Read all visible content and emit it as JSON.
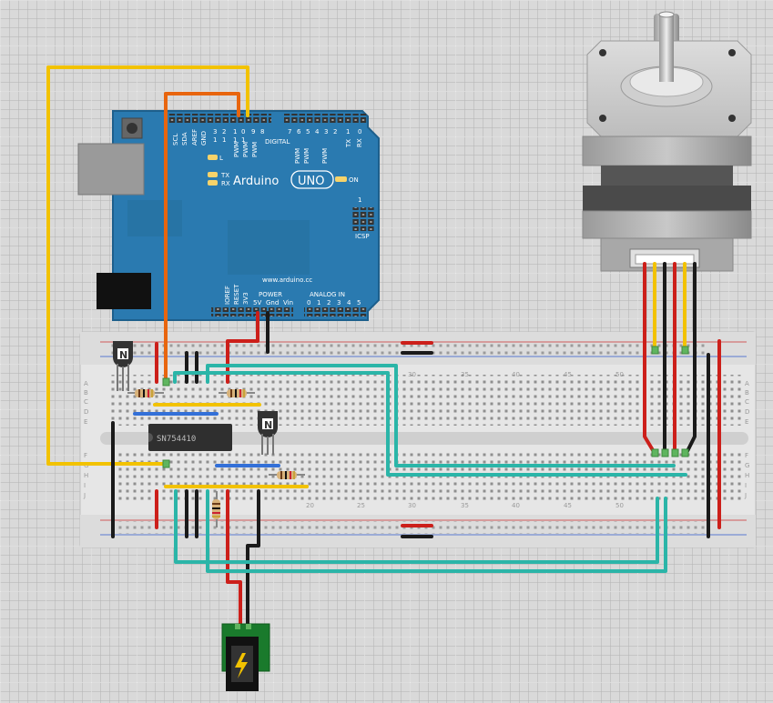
{
  "arduino": {
    "brand": "Arduino",
    "model": "UNO",
    "url": "www.arduino.cc",
    "on_label": "ON",
    "icsp_label": "ICSP",
    "led_l": "L",
    "led_tx": "TX",
    "led_rx": "RX",
    "digital_label": "DIGITAL",
    "power_label": "POWER",
    "analog_label": "ANALOG IN",
    "pin_scl": "SCL",
    "pin_sda": "SDA",
    "pin_aref": "AREF",
    "pin_gnd": "GND",
    "digital_high": [
      "1",
      "1",
      "1",
      "1"
    ],
    "digital_low": [
      "3",
      "2",
      "1",
      "0",
      "9",
      "8"
    ],
    "pwm": "PWM",
    "digital_right": [
      "7",
      "6",
      "5",
      "4",
      "3",
      "2",
      "1",
      "0"
    ],
    "tx_pin": "TX",
    "rx_pin": "RX",
    "power_pins": [
      "IOREF",
      "RESET",
      "3V3",
      "5V",
      "Gnd",
      "Vin"
    ],
    "analog_pins": [
      "0",
      "1",
      "2",
      "3",
      "4",
      "5"
    ],
    "icsp_num": "1"
  },
  "breadboard": {
    "row_letters_top": [
      "A",
      "B",
      "C",
      "D",
      "E"
    ],
    "row_letters_bottom": [
      "F",
      "G",
      "H",
      "I",
      "J"
    ],
    "col_labels_top": [
      "30",
      "35",
      "40",
      "45",
      "50"
    ],
    "col_labels_bottom": [
      "20",
      "25",
      "30",
      "35",
      "40",
      "45",
      "50"
    ]
  },
  "ic": {
    "label": "SN754410"
  },
  "transistors": {
    "label": "N"
  },
  "colors": {
    "wire_yellow": "#f2c200",
    "wire_orange": "#e8650e",
    "wire_red": "#cc1f1a",
    "wire_black": "#1a1a1a",
    "wire_teal": "#2bb5a8",
    "wire_blue": "#3370d8",
    "board_blue": "#2a7ab0"
  }
}
